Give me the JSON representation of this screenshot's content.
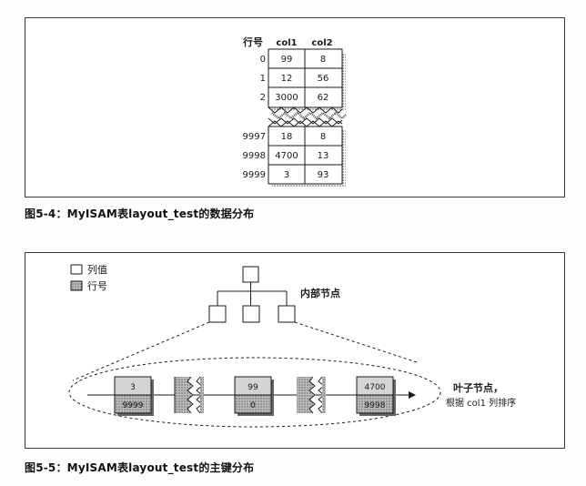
{
  "figure1": {
    "caption": "图5-4：MyISAM表layout_test的数据分布",
    "table": {
      "headers": [
        "行号",
        "col1",
        "col2"
      ],
      "top_rows": [
        {
          "row": "0",
          "col1": "99",
          "col2": "8"
        },
        {
          "row": "1",
          "col1": "12",
          "col2": "56"
        },
        {
          "row": "2",
          "col1": "3000",
          "col2": "62"
        }
      ],
      "bottom_rows": [
        {
          "row": "9997",
          "col1": "18",
          "col2": "8"
        },
        {
          "row": "9998",
          "col1": "4700",
          "col2": "13"
        },
        {
          "row": "9999",
          "col1": "3",
          "col2": "93"
        }
      ]
    }
  },
  "figure2": {
    "caption": "图5-5：MyISAM表layout_test的主键分布",
    "legend": {
      "column_value": "列值",
      "row_number": "行号"
    },
    "internal_node_label": "内部节点",
    "leaf_label_line1": "叶子节点，",
    "leaf_label_line2": "根据 col1 列排序",
    "leaf_nodes": [
      {
        "value": "3",
        "row": "9999"
      },
      {
        "value": "99",
        "row": "0"
      },
      {
        "value": "4700",
        "row": "9998"
      }
    ]
  },
  "colors": {
    "ink": "#1a1a1a",
    "cell_shadow": "#8a8a8a",
    "row_number_fill": "#9a9a9a",
    "value_fill": "#cfcfcf"
  }
}
